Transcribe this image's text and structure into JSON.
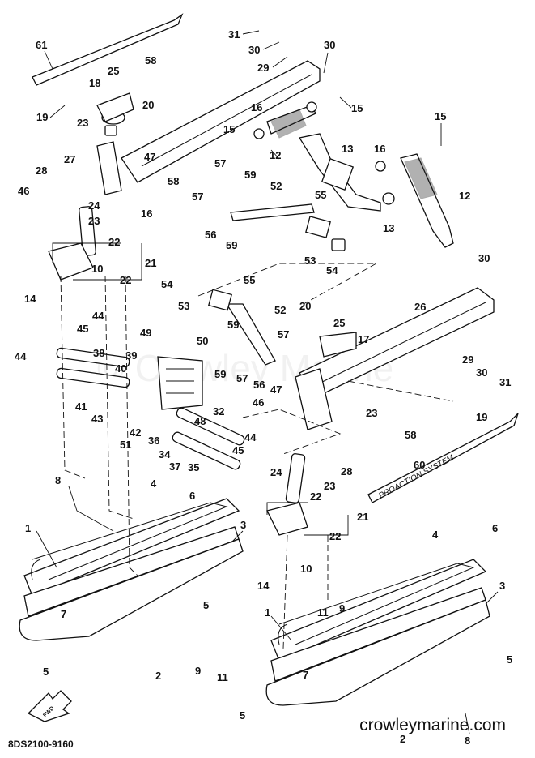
{
  "diagram": {
    "part_code": "8DS2100-9160",
    "site": "crowleymarine.com",
    "watermark": "© Crowley Marine",
    "decal_text": "PROACTION SYSTEM",
    "fwd_label": "FWD",
    "callouts": {
      "c61": "61",
      "c31a": "31",
      "c30a": "30",
      "c29a": "29",
      "c30b": "30",
      "c25a": "25",
      "c58a": "58",
      "c18": "18",
      "c20a": "20",
      "c19a": "19",
      "c16a": "16",
      "c15a": "15",
      "c15b": "15",
      "c23a": "23",
      "c12a": "12",
      "c13a": "13",
      "c15c": "15",
      "c16b": "16",
      "c47a": "47",
      "c27": "27",
      "c28a": "28",
      "c46a": "46",
      "c24a": "24",
      "c23b": "23",
      "c16c": "16",
      "c57a": "57",
      "c59a": "59",
      "c58b": "58",
      "c57b": "57",
      "c52a": "52",
      "c55a": "55",
      "c56a": "56",
      "c59b": "59",
      "c12b": "12",
      "c13b": "13",
      "c53a": "53",
      "c54a": "54",
      "c22a": "22",
      "c21a": "21",
      "c10a": "10",
      "c22b": "22",
      "c30c": "30",
      "c54b": "54",
      "c55b": "55",
      "c53b": "53",
      "c52b": "52",
      "c26": "26",
      "c14a": "14",
      "c44a": "44",
      "c45a": "45",
      "c20b": "20",
      "c25b": "25",
      "c17": "17",
      "c59c": "59",
      "c57c": "57",
      "c49": "49",
      "c50": "50",
      "c44b": "44",
      "c38": "38",
      "c39": "39",
      "c40": "40",
      "c29b": "29",
      "c30d": "30",
      "c31b": "31",
      "c59d": "59",
      "c57d": "57",
      "c56b": "56",
      "c47b": "47",
      "c41": "41",
      "c43": "43",
      "c42": "42",
      "c36": "36",
      "c46b": "46",
      "c23c": "23",
      "c19b": "19",
      "c58c": "58",
      "c48": "48",
      "c51": "51",
      "c32": "32",
      "c34": "34",
      "c37": "37",
      "c35": "35",
      "c45b": "45",
      "c44c": "44",
      "c24b": "24",
      "c28b": "28",
      "c60": "60",
      "c8a": "8",
      "c4a": "4",
      "c6a": "6",
      "c23d": "23",
      "c22c": "22",
      "c21b": "21",
      "c22d": "22",
      "c1a": "1",
      "c3a": "3",
      "c10b": "10",
      "c4b": "4",
      "c6b": "6",
      "c14b": "14",
      "c11a": "11",
      "c9a": "9",
      "c7a": "7",
      "c5a": "5",
      "c1b": "1",
      "c3b": "3",
      "c5b": "5",
      "c9b": "9",
      "c11b": "11",
      "c2a": "2",
      "c7b": "7",
      "c5c": "5",
      "c5d": "5",
      "c2b": "2",
      "c8b": "8"
    }
  }
}
